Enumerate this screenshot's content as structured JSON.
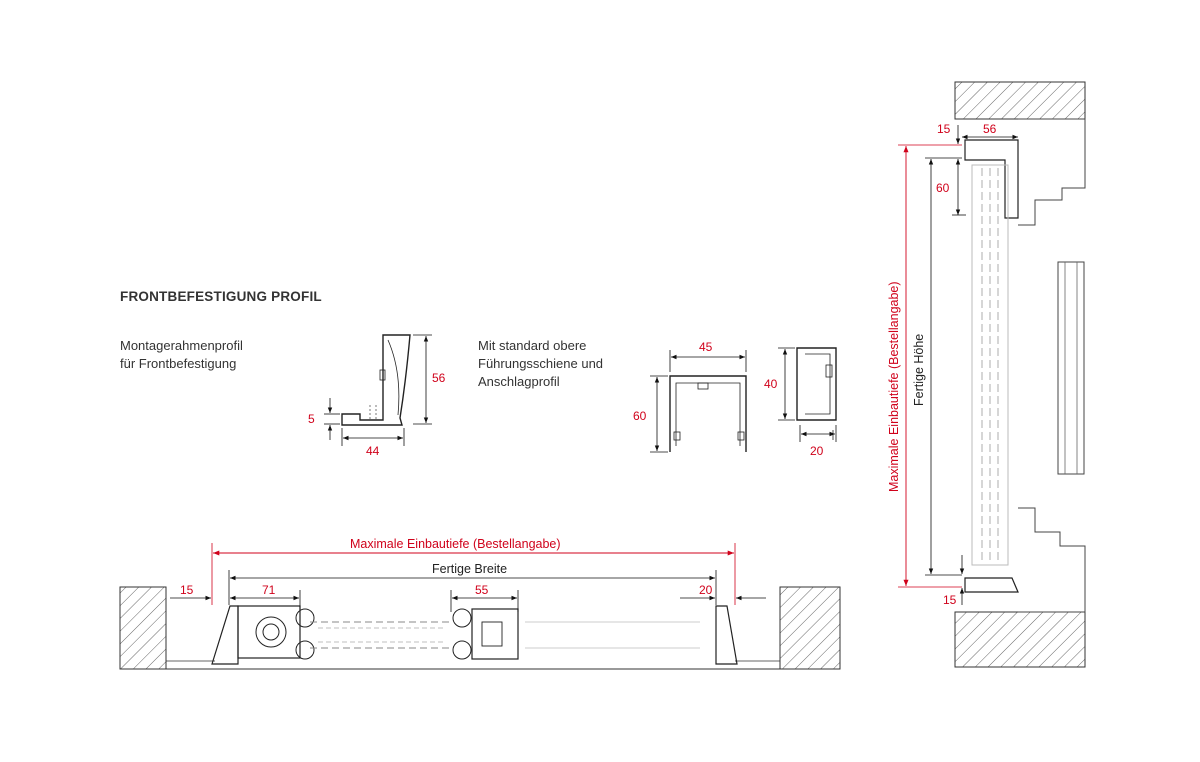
{
  "heading": "FRONTBEFESTIGUNG PROFIL",
  "profile1": {
    "line1": "Montagerahmenprofil",
    "line2": "für Frontbefestigung",
    "dims": [
      "56",
      "5",
      "44"
    ]
  },
  "profile2": {
    "line1": "Mit standard obere",
    "line2": "Führungsschiene und",
    "line3": "Anschlagprofil",
    "dims": [
      "45",
      "60",
      "40",
      "20"
    ]
  },
  "bottom": {
    "max_label": "Maximale Einbautiefe (Bestellangabe)",
    "width_label": "Fertige Breite",
    "dims": [
      "15",
      "71",
      "55",
      "20"
    ]
  },
  "side": {
    "max_label": "Maximale Einbautiefe (Bestellangabe)",
    "height_label": "Fertige Höhe",
    "dims": [
      "15",
      "56",
      "60",
      "15"
    ]
  },
  "colors": {
    "accent": "#d0021b",
    "line": "#222222",
    "hatch": "#555555"
  }
}
